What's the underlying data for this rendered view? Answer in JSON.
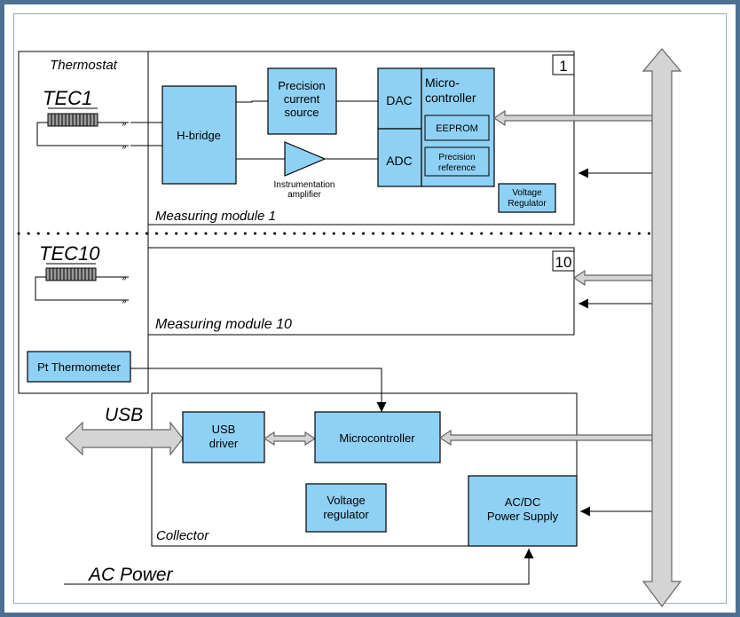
{
  "thermostat": {
    "title": "Thermostat",
    "tec_top": "TEC1",
    "tec_bottom": "TEC10",
    "pt_thermometer": "Pt Thermometer"
  },
  "module1": {
    "number": "1",
    "caption": "Measuring module 1",
    "h_bridge": "H-bridge",
    "precision_source": [
      "Precision",
      "current",
      "source"
    ],
    "amplifier_label": [
      "Instrumentation",
      "amplifier"
    ],
    "dac": "DAC",
    "adc": "ADC",
    "microcontroller": [
      "Micro-",
      "controller"
    ],
    "eeprom": "EEPROM",
    "precision_reference": [
      "Precision",
      "reference"
    ],
    "voltage_regulator": [
      "Voltage",
      "Regulator"
    ]
  },
  "module10": {
    "number": "10",
    "caption": "Measuring module 10"
  },
  "collector": {
    "caption": "Collector",
    "usb_label": "USB",
    "usb_driver": [
      "USB",
      "driver"
    ],
    "microcontroller": "Microcontroller",
    "voltage_regulator": [
      "Voltage",
      "regulator"
    ],
    "power_supply": [
      "AC/DC",
      "Power Supply"
    ]
  },
  "ac_power": "AC Power",
  "colors": {
    "block_fill": "#8fd1f4",
    "bus_fill": "#d4d4d4",
    "frame_border": "#4d6f93"
  }
}
